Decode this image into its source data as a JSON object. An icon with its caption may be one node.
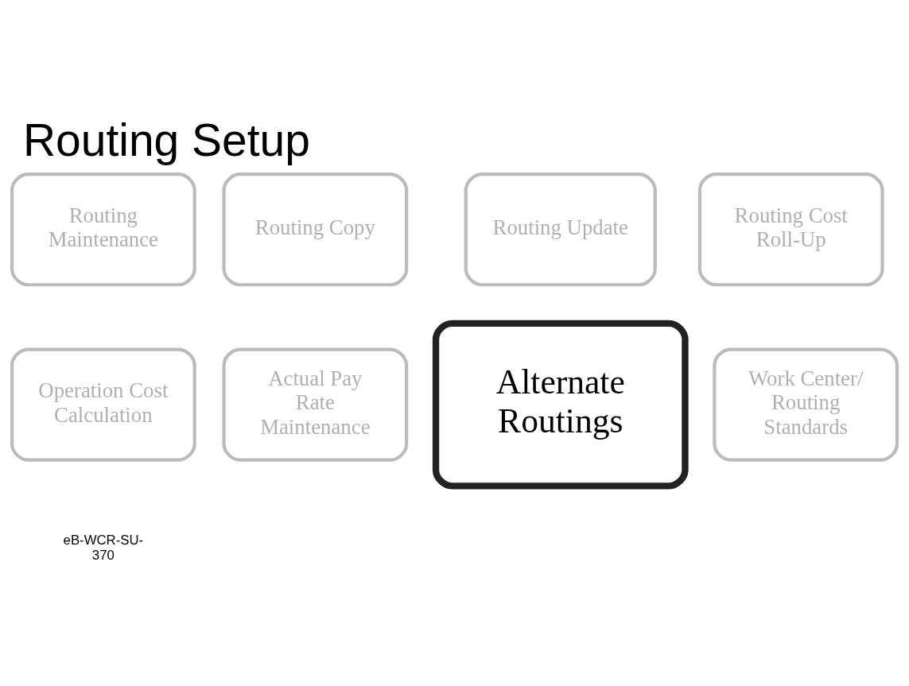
{
  "diagram": {
    "title": "Routing Setup",
    "nodes": [
      {
        "text": [
          "Routing Maintenance"
        ]
      },
      {
        "text": [
          "Routing Copy"
        ]
      },
      {
        "text": [
          "Routing Update"
        ]
      },
      {
        "text": [
          "Routing Cost Roll-Up"
        ]
      },
      {
        "text": [
          "Operation Cost Calculation"
        ]
      },
      {
        "text": [
          "Actual Pay Rate Maintenance"
        ]
      },
      {
        "text": [
          "Alternate Routings"
        ]
      },
      {
        "text": [
          "Work Center/ Routing Standards"
        ]
      }
    ],
    "labels": [
      "eB-WCR-SU- 370"
    ]
  }
}
